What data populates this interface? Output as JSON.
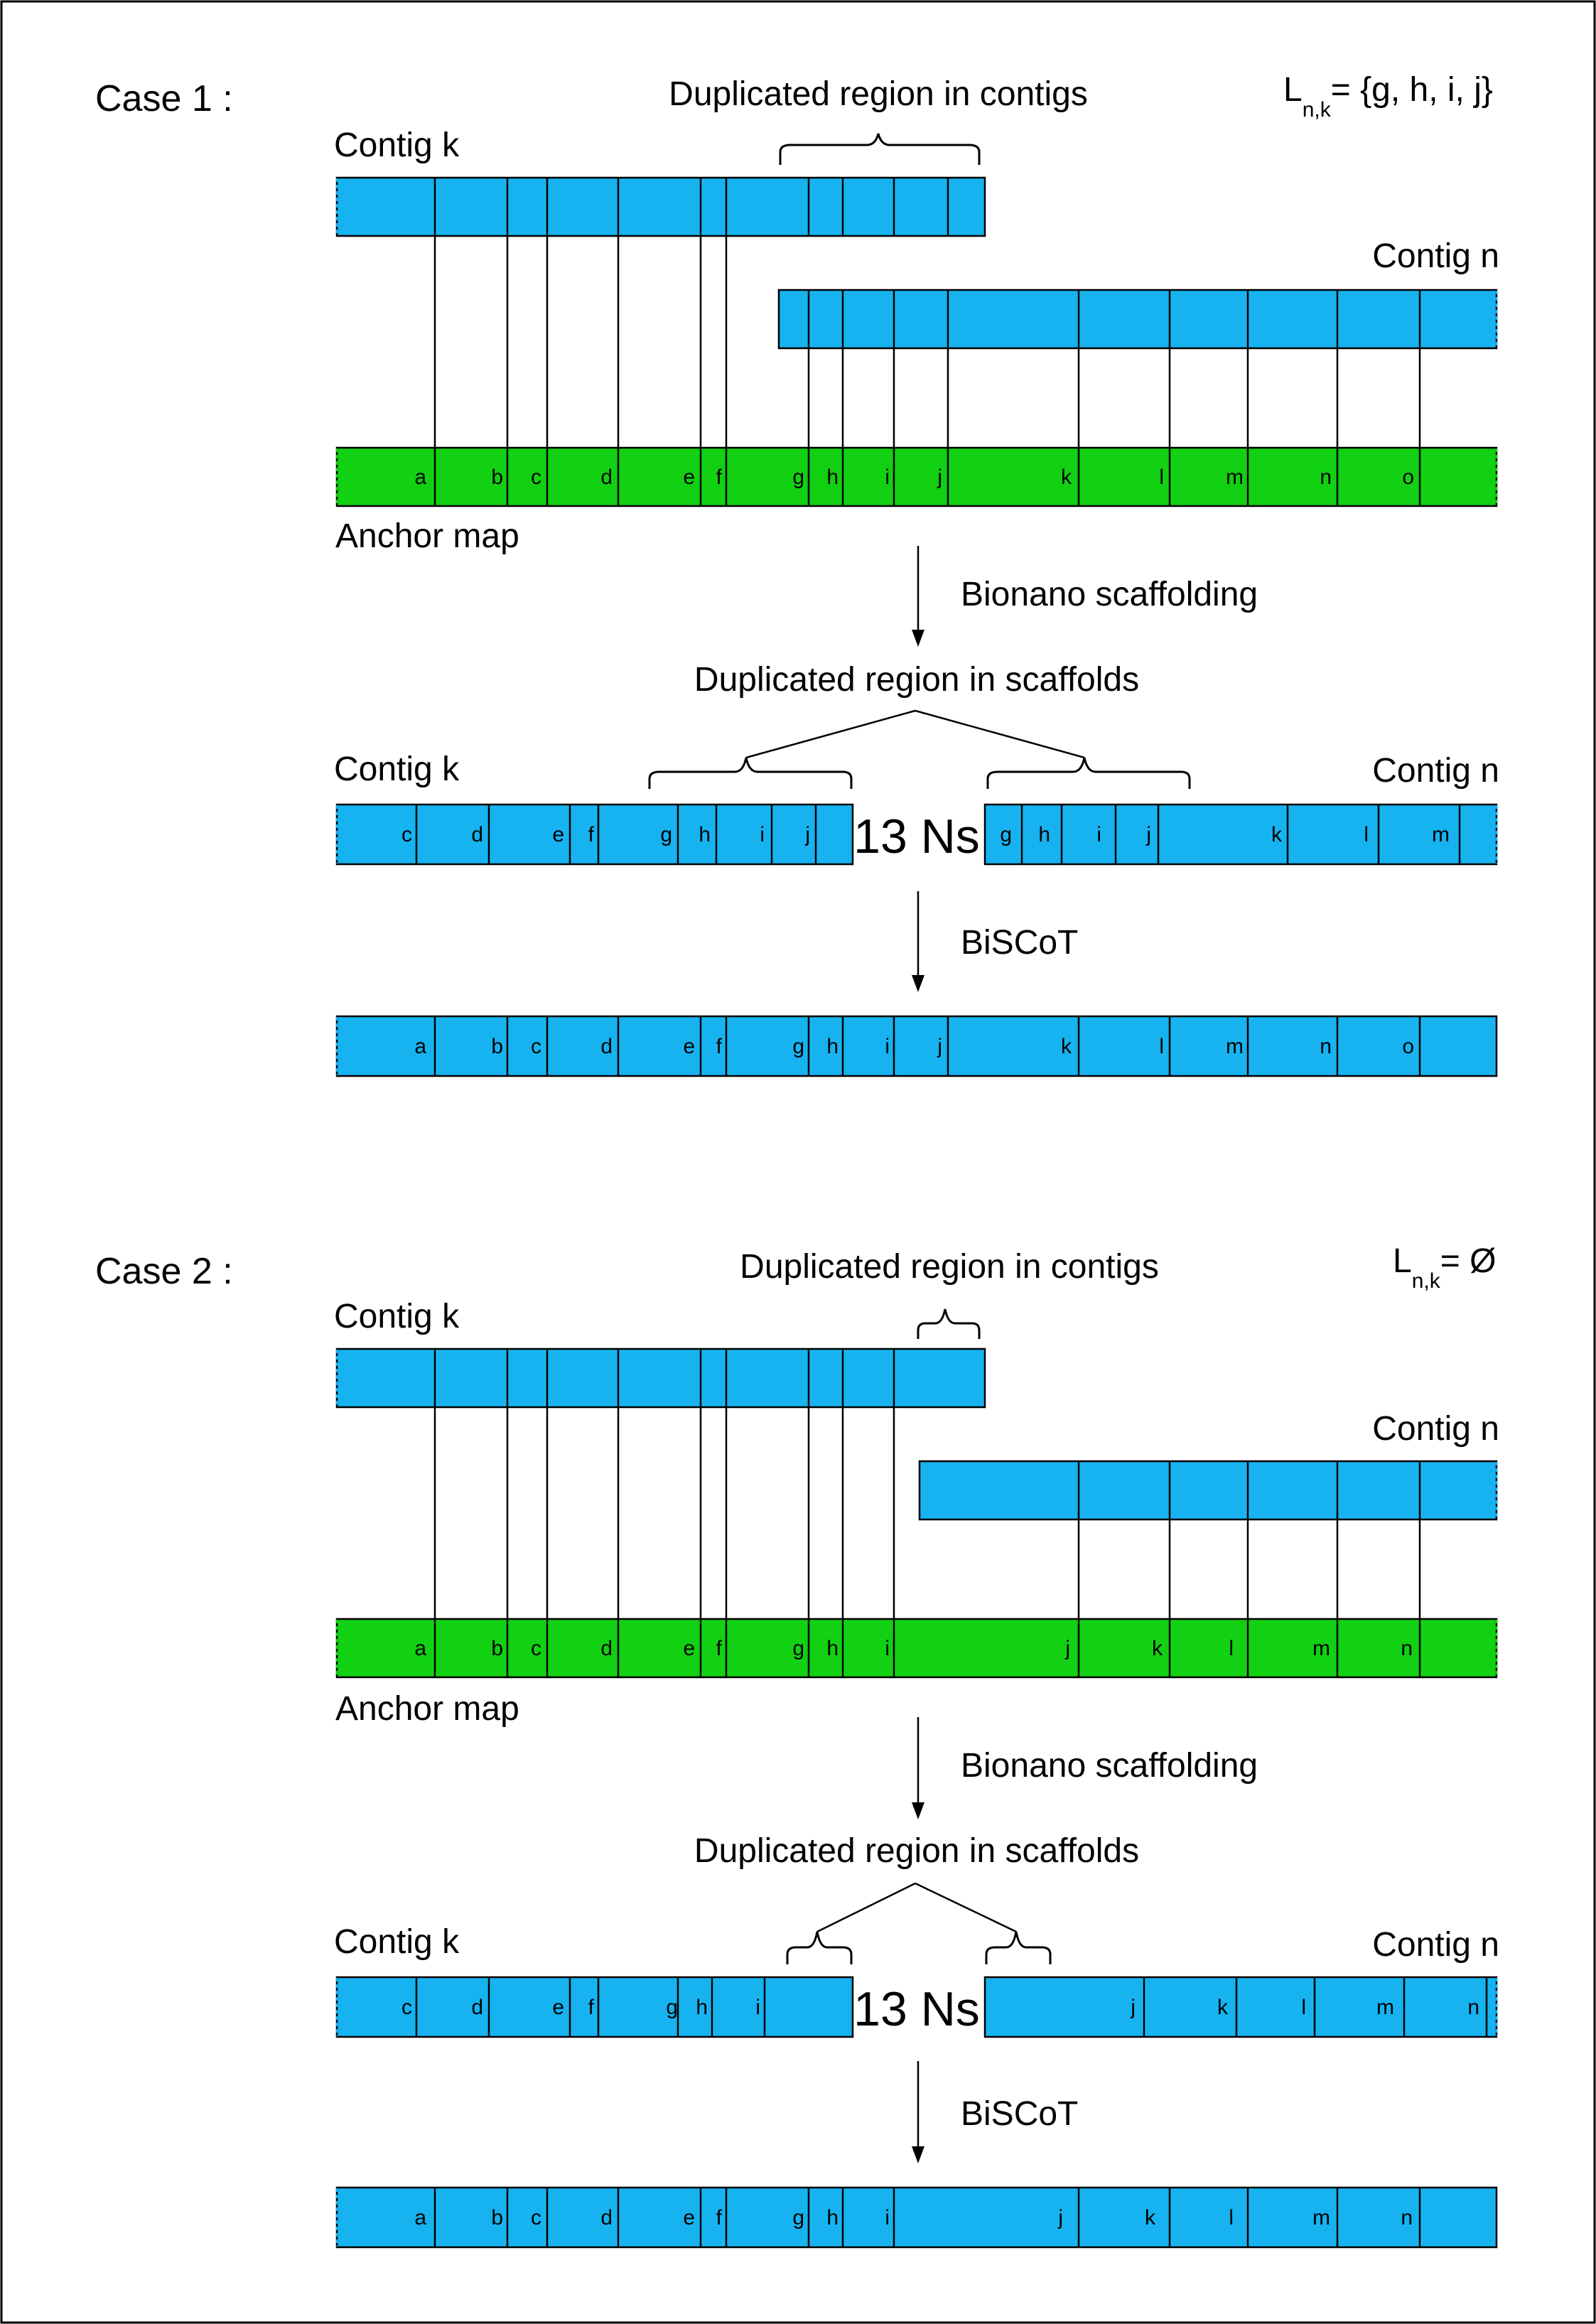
{
  "case1": {
    "title": "Case  1 :",
    "set_label": {
      "main": "L",
      "sub": "n,k",
      "rest": "= {g, h, i, j}"
    },
    "dup_contigs_label": "Duplicated region in contigs",
    "contig_k_label": "Contig k",
    "contig_n_label": "Contig n",
    "anchor_map_label": "Anchor map",
    "anchor_markers": [
      "a",
      "b",
      "c",
      "d",
      "e",
      "f",
      "g",
      "h",
      "i",
      "j",
      "k",
      "l",
      "m",
      "n",
      "o"
    ],
    "step1_label": "Bionano scaffolding",
    "dup_scaffolds_label": "Duplicated region in scaffolds",
    "scaffold_contig_k_label": "Contig k",
    "scaffold_contig_n_label": "Contig n",
    "gap_label": "13 Ns",
    "scaffold_k_markers": [
      "c",
      "d",
      "e",
      "f",
      "g",
      "h",
      "i",
      "j"
    ],
    "scaffold_n_markers": [
      "g",
      "h",
      "i",
      "j",
      "k",
      "l",
      "m"
    ],
    "step2_label": "BiSCoT",
    "result_markers": [
      "a",
      "b",
      "c",
      "d",
      "e",
      "f",
      "g",
      "h",
      "i",
      "j",
      "k",
      "l",
      "m",
      "n",
      "o"
    ]
  },
  "case2": {
    "title": "Case  2 :",
    "set_label": {
      "main": "L",
      "sub": "n,k",
      "rest": "= Ø"
    },
    "dup_contigs_label": "Duplicated region in contigs",
    "contig_k_label": "Contig k",
    "contig_n_label": "Contig n",
    "anchor_map_label": "Anchor map",
    "anchor_markers": [
      "a",
      "b",
      "c",
      "d",
      "e",
      "f",
      "g",
      "h",
      "i",
      "j",
      "k",
      "l",
      "m",
      "n"
    ],
    "step1_label": "Bionano scaffolding",
    "dup_scaffolds_label": "Duplicated region in scaffolds",
    "scaffold_contig_k_label": "Contig k",
    "scaffold_contig_n_label": "Contig n",
    "gap_label": "13 Ns",
    "scaffold_k_markers": [
      "c",
      "d",
      "e",
      "f",
      "g",
      "h",
      "i"
    ],
    "scaffold_n_markers": [
      "j",
      "k",
      "l",
      "m",
      "n"
    ],
    "step2_label": "BiSCoT",
    "result_markers": [
      "a",
      "b",
      "c",
      "d",
      "e",
      "f",
      "g",
      "h",
      "i",
      "j",
      "k",
      "l",
      "m",
      "n"
    ]
  },
  "colors": {
    "contig": "#16b3f0",
    "anchor": "#12d012",
    "frame": "#000000"
  }
}
